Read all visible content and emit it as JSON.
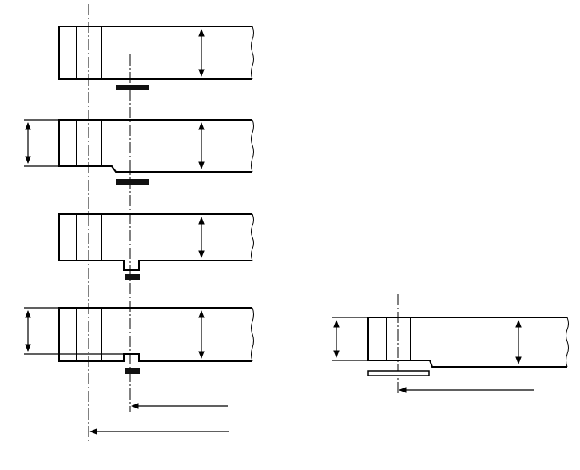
{
  "figure": {
    "description_visible_text": [],
    "left_column": {
      "views": [
        {
          "id": "view-1",
          "has_left_dimension": false,
          "bottom_step": "none"
        },
        {
          "id": "view-2",
          "has_left_dimension": true,
          "bottom_step": "down"
        },
        {
          "id": "view-3",
          "has_left_dimension": false,
          "bottom_step": "notch-down"
        },
        {
          "id": "view-4",
          "has_left_dimension": true,
          "bottom_step": "notch-up"
        }
      ]
    },
    "right_detail": {
      "id": "view-5",
      "has_left_dimension": true,
      "bottom_step": "down-with-flange"
    }
  },
  "colors": {
    "ink": "#000000",
    "pad": "#111111",
    "background": "#ffffff"
  }
}
